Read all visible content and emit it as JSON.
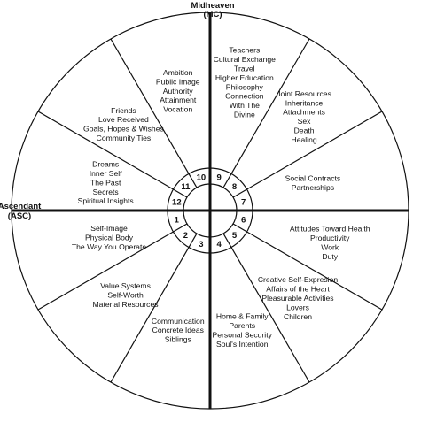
{
  "labels": {
    "mc_title": "Midheaven",
    "mc_abbr": "(MC)",
    "asc_title": "Ascendant",
    "asc_abbr": "(ASC)"
  },
  "houses": [
    {
      "number": "1",
      "lines": [
        "Self-Image",
        "Physical Body",
        "The Way You Operate"
      ]
    },
    {
      "number": "2",
      "lines": [
        "Value Systems",
        "Self-Worth",
        "Material Resources"
      ]
    },
    {
      "number": "3",
      "lines": [
        "Communication",
        "Concrete Ideas",
        "Siblings"
      ]
    },
    {
      "number": "4",
      "lines": [
        "Home & Family",
        "Parents",
        "Personal Security",
        "Soul's Intention"
      ]
    },
    {
      "number": "5",
      "lines": [
        "Creative Self-Expresion",
        "Affairs of the Heart",
        "Pleasurable Activities",
        "Lovers",
        "Children"
      ]
    },
    {
      "number": "6",
      "lines": [
        "Attitudes Toward Health",
        "Productivity",
        "Work",
        "Duty"
      ]
    },
    {
      "number": "7",
      "lines": [
        "Social Contracts",
        "Partnerships"
      ]
    },
    {
      "number": "8",
      "lines": [
        "Joint Resources",
        "Inheritance",
        "Attachments",
        "Sex",
        "Death",
        "Healing"
      ]
    },
    {
      "number": "9",
      "lines": [
        "Teachers",
        "Cultural Exchange",
        "Travel",
        "Higher Education",
        "Philosophy",
        "Connection",
        "With The",
        "Divine"
      ]
    },
    {
      "number": "10",
      "lines": [
        "Ambition",
        "Public Image",
        "Authority",
        "Attainment",
        "Vocation"
      ]
    },
    {
      "number": "11",
      "lines": [
        "Friends",
        "Love Received",
        "Goals, Hopes & Wishes",
        "Community Ties"
      ]
    },
    {
      "number": "12",
      "lines": [
        "Dreams",
        "Inner Self",
        "The Past",
        "Secrets",
        "Spiritual Insights"
      ]
    }
  ]
}
